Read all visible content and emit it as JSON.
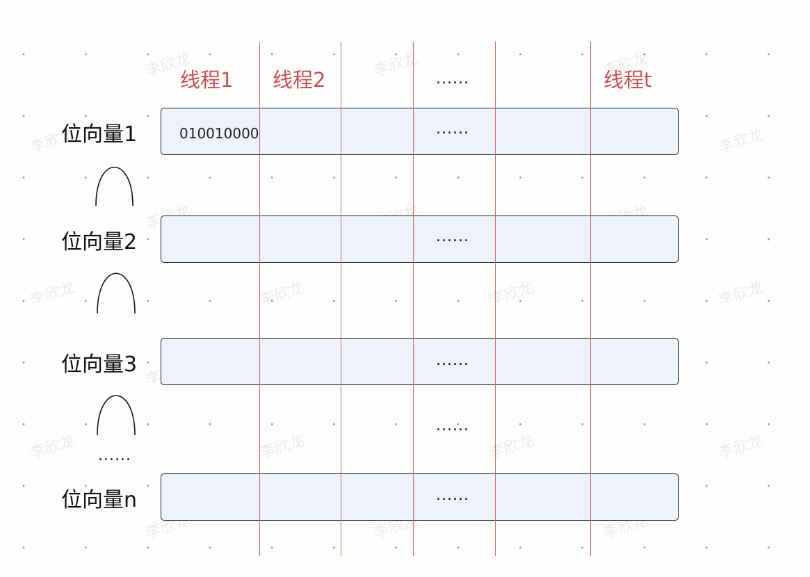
{
  "threads": [
    {
      "label": "线程1"
    },
    {
      "label": "线程2"
    },
    {
      "label": "......"
    },
    {
      "label": "线程t"
    }
  ],
  "bit_vectors": [
    {
      "label": "位向量1",
      "bits": "010010000",
      "ellipsis": "......"
    },
    {
      "label": "位向量2",
      "ellipsis": "......"
    },
    {
      "label": "位向量3",
      "ellipsis": "......"
    },
    {
      "label": "位向量n",
      "ellipsis": "......"
    }
  ],
  "gap_ellipsis": "......",
  "left_ellipsis": "......",
  "watermark": "李欣龙",
  "colors": {
    "thread_line": "#d2656a",
    "thread_label": "#c94e52",
    "box_fill": "#edf2fb",
    "box_border": "#222222"
  }
}
